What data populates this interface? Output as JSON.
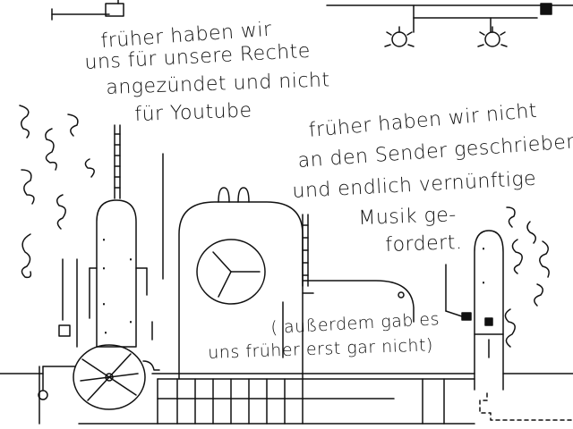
{
  "colors": {
    "ink": "#111111",
    "paper": "#ffffff"
  },
  "texts": {
    "caption_left": [
      "früher haben wir",
      "uns für unsere Rechte",
      "angezündet und nicht",
      "für Youtube"
    ],
    "caption_right": [
      "früher haben wir nicht",
      "an den Sender geschrieben",
      "und endlich vernünftige",
      "Musik ge-",
      "fordert."
    ],
    "caption_bottom": [
      "( außerdem gab es",
      "uns früher erst gar nicht)"
    ]
  }
}
